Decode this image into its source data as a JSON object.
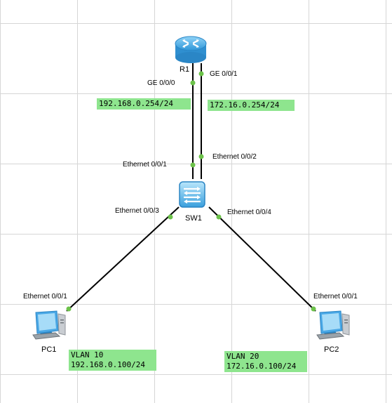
{
  "colors": {
    "link": "#000000",
    "port_dot": "#6cc24a",
    "ip_box_bg": "#8ee58e",
    "device_blue": "#39a6e8",
    "grid": "#d6d6d6"
  },
  "devices": {
    "r1": {
      "name": "R1",
      "icon": "router-icon"
    },
    "sw1": {
      "name": "SW1",
      "icon": "switch-icon"
    },
    "pc1": {
      "name": "PC1",
      "icon": "pc-icon"
    },
    "pc2": {
      "name": "PC2",
      "icon": "pc-icon"
    }
  },
  "ports": {
    "r1_ge000": "GE 0/0/0",
    "r1_ge001": "GE 0/0/1",
    "sw1_e001": "Ethernet 0/0/1",
    "sw1_e002": "Ethernet 0/0/2",
    "sw1_e003": "Ethernet 0/0/3",
    "sw1_e004": "Ethernet 0/0/4",
    "pc1_e001": "Ethernet 0/0/1",
    "pc2_e001": "Ethernet 0/0/1"
  },
  "addresses": {
    "r1_ge000_ip": "192.168.0.254/24",
    "r1_ge001_ip": "172.16.0.254/24",
    "pc1_vlan": "VLAN 10",
    "pc1_ip": "192.168.0.100/24",
    "pc2_vlan": "VLAN 20",
    "pc2_ip": "172.16.0.100/24"
  }
}
